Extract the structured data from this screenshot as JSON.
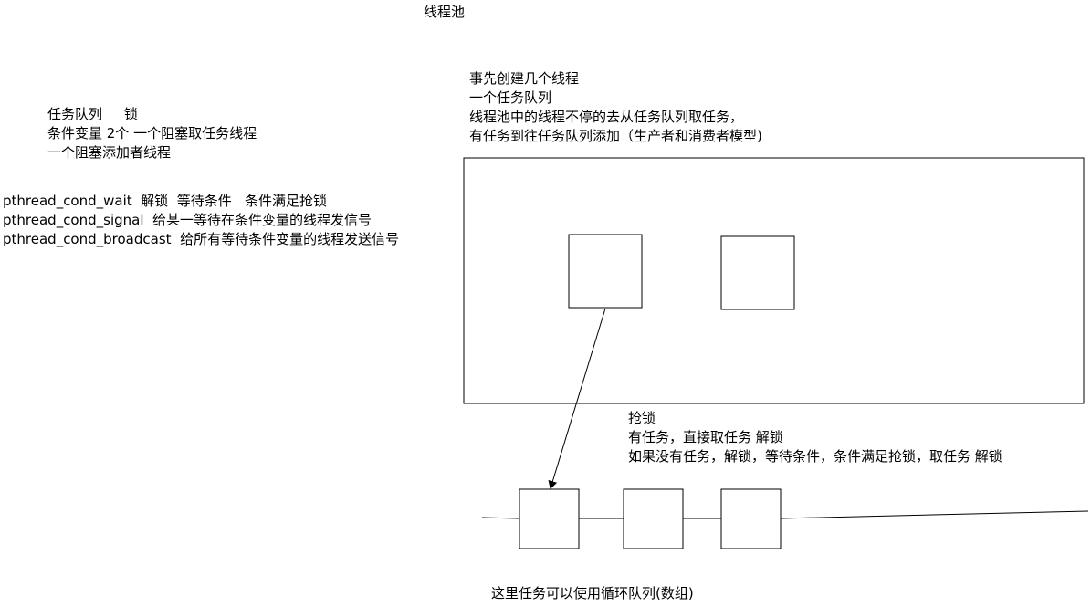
{
  "title": "线程池",
  "description": [
    "事先创建几个线程",
    "一个任务队列",
    "线程池中的线程不停的去从任务队列取任务，",
    "有任务到往任务队列添加（生产者和消费者模型)"
  ],
  "queue_notes": [
    "任务队列     锁",
    "条件变量 2个 一个阻塞取任务线程",
    "一个阻塞添加者线程"
  ],
  "api_notes": [
    "pthread_cond_wait  解锁  等待条件   条件满足抢锁",
    "pthread_cond_signal  给某一等待在条件变量的线程发信号",
    "pthread_cond_broadcast  给所有等待条件变量的线程发送信号"
  ],
  "lock_notes": [
    "抢锁",
    "有任务，直接取任务 解锁",
    "如果没有任务，解锁，等待条件，条件满足抢锁，取任务 解锁"
  ],
  "bottom_note": "这里任务可以使用循环队列(数组)",
  "colors": {
    "stroke": "#000000",
    "background": "#ffffff",
    "text": "#000000"
  }
}
